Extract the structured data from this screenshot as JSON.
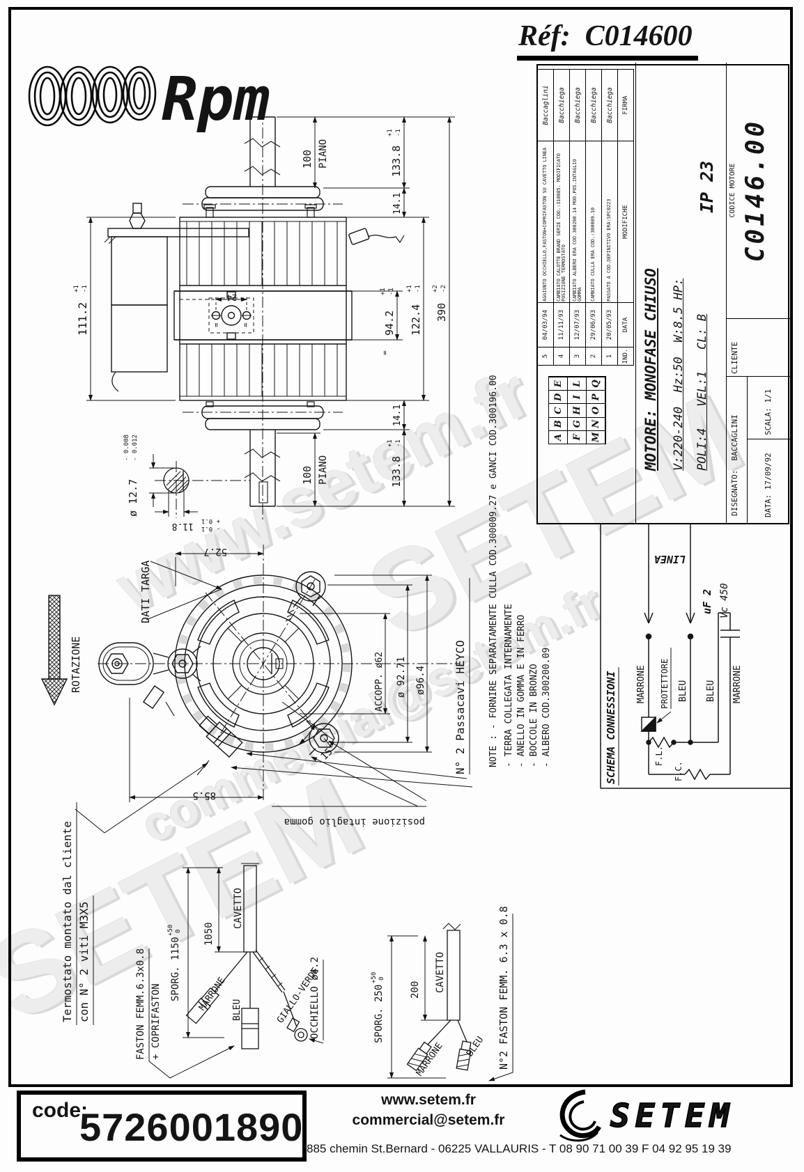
{
  "header": {
    "brand": "Rpm",
    "ref_label": "Réf:",
    "ref_value": "C014600"
  },
  "watermarks": {
    "w1": "www.setem.fr",
    "w2": "SETEM",
    "w3": "SETEM",
    "w4": "commercial@setem.fr"
  },
  "tb": {
    "headers": {
      "ind": "IND.",
      "data": "DATA",
      "mod": "MODIFICHE",
      "firma": "FIRMA"
    },
    "rev": [
      {
        "ind": "5",
        "date": "04/03/94",
        "mod": "AGGIUNTO OCCHIELLO,FASTON+COPRIFASTON SU CAVETTO LINEA",
        "firma": "Baccaglini"
      },
      {
        "ind": "4",
        "date": "11/11/93",
        "mod": "CAMBIATO CALOTTE BRAND SERIE COD.:310085. MODIFICATO POSIZIONE TERMOSTATO",
        "firma": "Bacchiega"
      },
      {
        "ind": "3",
        "date": "12/07/93",
        "mod": "CAMBIATO ALBERO ERA COD.300200.14 MOD.POS.INTAGLIO GOMMA",
        "firma": "Bacchiega"
      },
      {
        "ind": "2",
        "date": "29/06/93",
        "mod": "CAMBIATO CULLA ERA COD.:300009.10",
        "firma": "Bacchiega"
      },
      {
        "ind": "1",
        "date": "20/05/93",
        "mod": "PASSATO A COD.DEFINITIVO ERA:SPC0223",
        "firma": "Bacchiega"
      }
    ],
    "grid": [
      [
        "A",
        "B",
        "C",
        "D",
        "E"
      ],
      [
        "F",
        "G",
        "H",
        "I",
        "L"
      ],
      [
        "M",
        "N",
        "O",
        "P",
        "Q"
      ]
    ],
    "motore": "MOTORE: MONOFASE CHIUSO",
    "elec": "V:220-240  Hz:50  W:8.5 HP:",
    "poli": "POLI:4   VEL:1   CL: B",
    "ip": "IP 23",
    "codice_label": "CODICE MOTORE",
    "codice": "C0146.00",
    "cliente": "CLIENTE",
    "disegnato": "DISEGNATO:  BACCAGLINI",
    "data": "DATA: 17/09/92",
    "scala": "SCALA: 1/1"
  },
  "side": {
    "h111": {
      "v": "111.2",
      "p": "+1",
      "m": "-1"
    },
    "piano_top": {
      "v": "100",
      "l": "PIANO"
    },
    "d133t": {
      "v": "133.8",
      "p": "+1",
      "m": "-1"
    },
    "d141t": "14.1",
    "d24": "24",
    "eq": "=",
    "d94": {
      "v": "94.2",
      "p": "+1",
      "m": "-1"
    },
    "d122": {
      "v": "122.4",
      "p": "+1",
      "m": "-1"
    },
    "d390": {
      "v": "390",
      "p": "+2",
      "m": "-2"
    },
    "d141b": "14.1",
    "d133b": {
      "v": "133.8",
      "p": "+1",
      "m": "-1"
    },
    "piano_bot": {
      "v": "100",
      "l": "PIANO"
    }
  },
  "shaft": {
    "dia": "ø 12.7",
    "dp": "- 0.008",
    "dm": "- 0.012",
    "flat": "11.8",
    "fp": "+ 0.1",
    "fm": "- 0.1"
  },
  "front": {
    "rotazione": "ROTAZIONE",
    "dati": "DATI TARGA",
    "d52": "52.7",
    "accopp": "ACCOPP. ø62",
    "d92": "ø 92.71",
    "d96": "ø96.4",
    "d15": "15°",
    "d85": "85.5",
    "intaglio": "posizione intaglio gomma",
    "passacavi": "N° 2 Passacavi HEYCO"
  },
  "notes": {
    "l1": "NOTE : - FORNIRE SEPARATAMENTE CULLA COD.300009.27 e GANCI COD.300196.00",
    "l2": "- TERRA COLLEGATA INTERNAMENTE",
    "l3": "- ANELLO IN GOMMA E IN FERRO",
    "l4": "- BOCCOLE IN BRONZO",
    "l5": "- ALBERO COD.300200.09"
  },
  "schema": {
    "title": "SCHEMA CONNESSIONI",
    "linea": "LINEA",
    "marrone": "MARRONE",
    "protettore": "PROTETTORE",
    "bleu": "BLEU",
    "bleu2": "BLEU",
    "marrone2": "MARRONE",
    "fl": "F.L.",
    "fc": "F.C.",
    "uf": "uF 2",
    "vc": "Vc 450"
  },
  "cable1": {
    "note1": "Termostato montato dal cliente",
    "note2": "con N° 2 viti M3X5",
    "faston1": "FASTON FEMM.6.3x0.8",
    "faston2": "+ COPRIFASTON",
    "sporg": "SPORG. 1150",
    "sp": "+50",
    "s0": "0",
    "len": "1050",
    "cavetto": "CAVETTO",
    "w1": "MARRONE",
    "w2": "BLEU",
    "w3": "GIALLO-VERDE",
    "occhiello": "OCCHIELLO ø4.2"
  },
  "cable2": {
    "sporg": "SPORG. 250",
    "sp": "+50",
    "s0": "0",
    "len": "200",
    "cavetto": "CAVETTO",
    "w1": "MARRONE",
    "w2": "BLEU",
    "faston": "N°2 FASTON FEMM. 6.3 x 0.8"
  },
  "footer": {
    "code_label": "code:",
    "code": "5726001890",
    "web": "www.setem.fr",
    "email": "commercial@setem.fr",
    "address": "885 chemin St.Bernard  -  06225 VALLAURIS  -  T 08 90 71 00 39   F 04 92 95 19 39",
    "logo": "SETEM"
  }
}
